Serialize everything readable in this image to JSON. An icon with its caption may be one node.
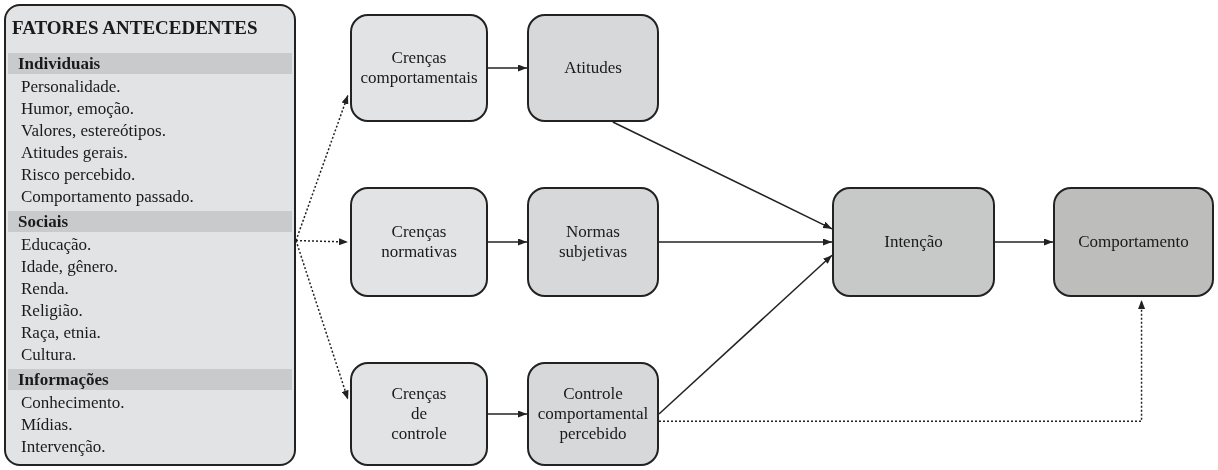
{
  "diagram": {
    "nodes": [
      {
        "text": [
          "FATORES ANTECEDENTES",
          "Personalidade.",
          "Humor, emoção.",
          "Valores, estereótipos.",
          "Atitudes gerais.",
          "Risco percebido.",
          "Comportamento passado.",
          "Educação.",
          "Idade, gênero.",
          "Renda.",
          "Religião.",
          "Raça, etnia.",
          "Cultura.",
          "Conhecimento.",
          "Mídias.",
          "Intervenção."
        ]
      },
      {
        "text": [
          "Individuais"
        ],
        "in": 0
      },
      {
        "text": [
          "Sociais"
        ],
        "in": 0
      },
      {
        "text": [
          "Informações"
        ],
        "in": 0
      },
      {
        "text": [
          "Crenças comportamentais"
        ]
      },
      {
        "text": [
          "Atitudes"
        ]
      },
      {
        "text": [
          "Crenças normativas"
        ]
      },
      {
        "text": [
          "Normas subjetivas"
        ]
      },
      {
        "text": [
          "Crenças de controle"
        ]
      },
      {
        "text": [
          "Controle comportamental percebido"
        ]
      },
      {
        "text": [
          "Intenção"
        ]
      },
      {
        "text": [
          "Comportamento"
        ]
      }
    ],
    "edges": [
      {
        "from": 0,
        "to": 4,
        "arrow": "to",
        "style": "dashed"
      },
      {
        "from": 0,
        "to": 6,
        "arrow": "to",
        "style": "dashed"
      },
      {
        "from": 0,
        "to": 8,
        "arrow": "to",
        "style": "dashed"
      },
      {
        "from": 4,
        "to": 5,
        "arrow": "to"
      },
      {
        "from": 6,
        "to": 7,
        "arrow": "to"
      },
      {
        "from": 8,
        "to": 9,
        "arrow": "to"
      },
      {
        "from": 5,
        "to": 10,
        "arrow": "to"
      },
      {
        "from": 7,
        "to": 10,
        "arrow": "to"
      },
      {
        "from": 9,
        "to": 10,
        "arrow": "to"
      },
      {
        "from": 10,
        "to": 11,
        "arrow": "to"
      },
      {
        "from": 9,
        "to": 11,
        "arrow": "to",
        "style": "dashed"
      }
    ]
  }
}
